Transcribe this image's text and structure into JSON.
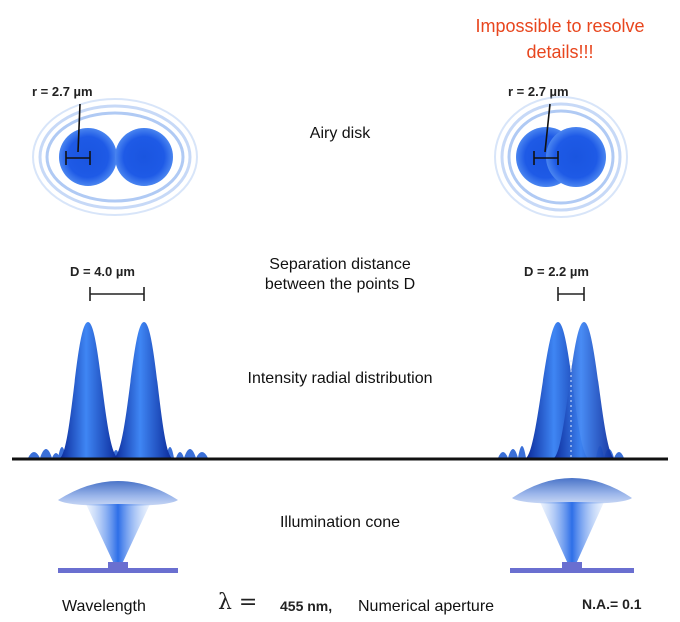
{
  "warning": {
    "line1": "Impossible to resolve",
    "line2": "details!!!"
  },
  "left": {
    "radius_label": "r = 2.7 µm",
    "separation_label": "D = 4.0 µm",
    "separation_um": 4.0,
    "radius_um": 2.7
  },
  "right": {
    "radius_label": "r = 2.7 µm",
    "separation_label": "D = 2.2 µm",
    "separation_um": 2.2,
    "radius_um": 2.7
  },
  "labels": {
    "airy": "Airy disk",
    "separation_line1": "Separation distance",
    "separation_line2": "between the points D",
    "intensity": "Intensity radial distribution",
    "cone": "Illumination cone"
  },
  "footer": {
    "wavelength_label": "Wavelength",
    "lambda_symbol": "λ =",
    "wavelength_value": "455 nm,",
    "na_label": "Numerical aperture",
    "na_value": "N.A.= 0.1"
  },
  "colors": {
    "blue_dark": "#1a3fbf",
    "blue_mid": "#2d6bea",
    "blue_light": "#7fa8f0",
    "stage": "#6a6fd0",
    "warning": "#e8461e"
  }
}
